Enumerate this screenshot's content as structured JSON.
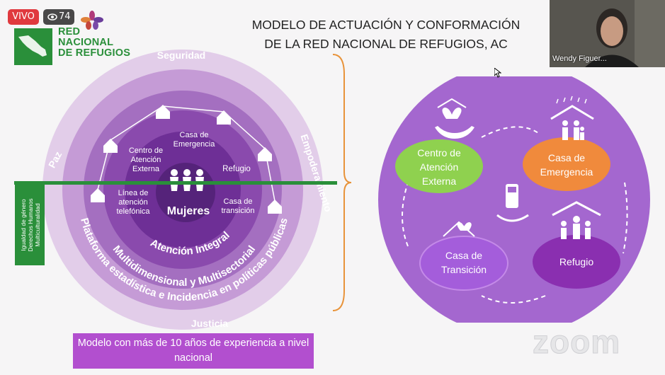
{
  "live_badge": "VIVO",
  "viewer_count": "74",
  "logo": {
    "line1": "RED",
    "line2": "NACIONAL",
    "line3": "DE REFUGIOS"
  },
  "title": {
    "line1": "MODELO DE ACTUACIÓN Y CONFORMACIÓN",
    "line2": "DE LA RED NACIONAL DE REFUGIOS, AC"
  },
  "participant_name": "Wendy Figuer...",
  "left_diagram": {
    "outer_ring_labels": [
      "Seguridad",
      "Empoderamiento",
      "Justicia",
      "Paz"
    ],
    "ring3_text": "Plataforma estadística e Incidencia en políticas públicas",
    "ring2_text": "Multidimensional y Multisectorial",
    "ring1_text": "Atención Integral",
    "inner_labels": [
      "Casa de Emergencia",
      "Centro de Atención Externa",
      "Refugio",
      "Línea de atención telefónica",
      "Casa de transición"
    ],
    "center_label": "Mujeres",
    "side_box": [
      "Igualdad de género",
      "Derechos Humanos",
      "Multiculturalidad"
    ]
  },
  "right_diagram": {
    "nodes": [
      {
        "label": "Centro de Atención Externa",
        "color": "#8fd14f"
      },
      {
        "label": "Casa de Emergencia",
        "color": "#f08a3c"
      },
      {
        "label": "Casa de Transición",
        "color": "#a45ddb"
      },
      {
        "label": "Refugio",
        "color": "#8a2fb0"
      }
    ]
  },
  "caption": "Modelo con más de 10 años de experiencia a nivel nacional",
  "watermark": "zoom",
  "colors": {
    "accent_green": "#2a8f3a",
    "purple_light": "#d9b9e6",
    "purple_mid": "#b883cf",
    "purple_dark": "#7c3aa3",
    "orange": "#e8933a"
  }
}
